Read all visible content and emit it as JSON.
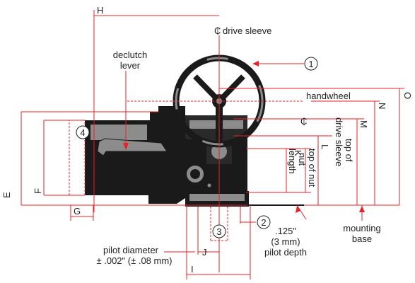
{
  "colors": {
    "dimension": "#e8202a",
    "body": "#1a1a1a",
    "highlight": "#8c8c8c",
    "text": "#222222"
  },
  "labels": {
    "drive_sleeve": "drive sleeve",
    "declutch_line1": "declutch",
    "declutch_line2": "lever",
    "handwheel": "handwheel",
    "centerline_symbol": "₵",
    "top_of_drive_sleeve_1": "top of",
    "top_of_drive_sleeve_2": "drive sleeve",
    "nut_length_1": "nut",
    "nut_length_2": "length",
    "top_of_nut": "top of nut",
    "mounting_base_1": "mounting",
    "mounting_base_2": "base",
    "pilot_diameter_1": "pilot diameter",
    "pilot_diameter_2": "± .002\" (± .08 mm)",
    "pilot_depth_1": ".125\"",
    "pilot_depth_2": "(3 mm)",
    "pilot_depth_3": "pilot depth"
  },
  "callouts": {
    "c1": "1",
    "c2": "2",
    "c3": "3",
    "c4": "4"
  },
  "dimension_letters": {
    "H": "H",
    "O": "O",
    "N": "N",
    "M": "M",
    "L": "L",
    "K": "K",
    "E": "E",
    "F": "F",
    "G": "G",
    "J": "J",
    "I": "I"
  }
}
